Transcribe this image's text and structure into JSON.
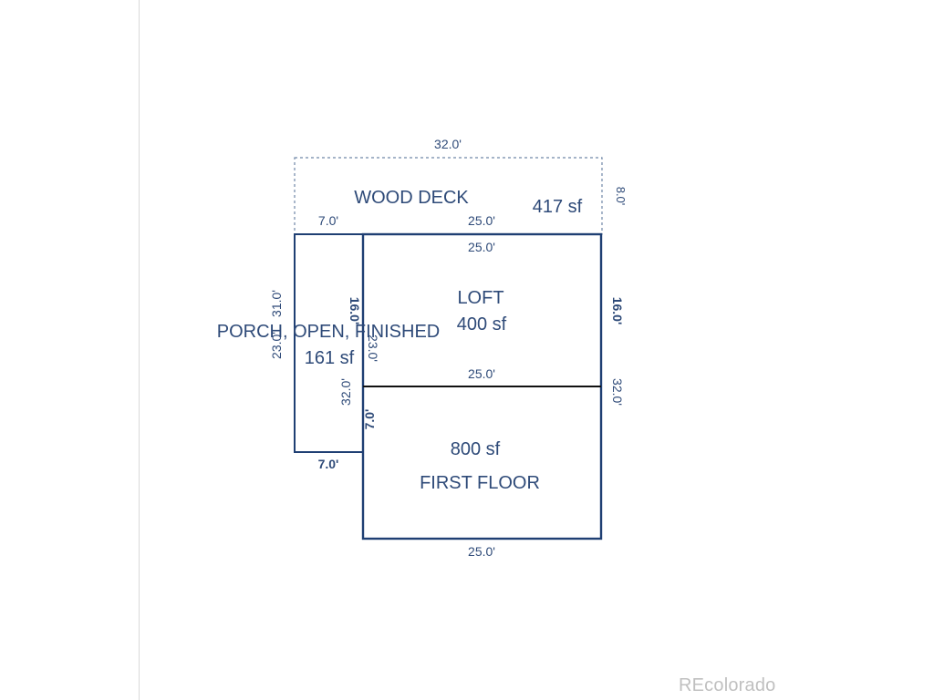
{
  "deck": {
    "name": "WOOD DECK",
    "area": "417 sf",
    "top_dim": "32.0'",
    "right_dim": "8.0'",
    "left_sub_dim": "7.0'",
    "right_sub_dim": "25.0'"
  },
  "loft": {
    "name": "LOFT",
    "area": "400 sf",
    "top_dim": "25.0'",
    "left_dim": "16.0'",
    "right_dim": "16.0'",
    "bottom_dim": "25.0'"
  },
  "porch": {
    "name": "PORCH, OPEN, FINISHED",
    "area": "161 sf",
    "outer_left_dim": "23.0'",
    "outer_left_dim_2": "31.0'",
    "inner_dim": "23.0'",
    "bottom_dim": "7.0'"
  },
  "first_floor": {
    "name": "FIRST FLOOR",
    "area": "800 sf",
    "left_dim": "32.0'",
    "right_dim": "32.0'",
    "left_sub_dim": "7.0'",
    "bottom_dim": "25.0'"
  },
  "watermark": "REcolorado",
  "colors": {
    "line": "#1f3f73",
    "dashed": "#6f86a6",
    "text": "#2e4a78",
    "watermark": "#c0c0c0"
  }
}
